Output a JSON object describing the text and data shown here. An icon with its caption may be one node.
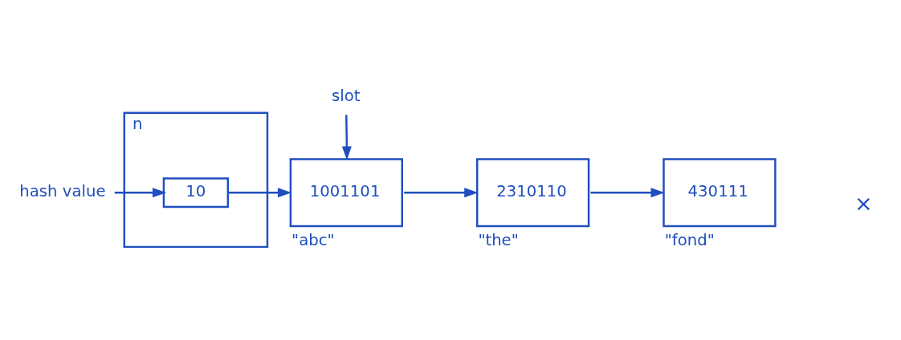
{
  "diagram": {
    "nodes": [
      {
        "text": [],
        "shape": "bar",
        "beside": [
          "n"
        ]
      },
      {
        "text": [
          "10"
        ],
        "in": 0
      },
      {
        "text": [
          "hash value"
        ]
      },
      {
        "text": [
          "slot"
        ]
      },
      {
        "text": [
          "1001101"
        ],
        "beside": [
          "\"abc\""
        ]
      },
      {
        "text": [
          "2310110"
        ],
        "beside": [
          "\"the\""
        ]
      },
      {
        "text": [
          "430111"
        ],
        "beside": [
          "\"fond\""
        ]
      }
    ],
    "edges": [
      {
        "from": 2,
        "to": 1,
        "arrow": "to"
      },
      {
        "from": 1,
        "to": 4,
        "arrow": "to"
      },
      {
        "from": 3,
        "to": 4,
        "arrow": "to"
      },
      {
        "from": 4,
        "to": 5,
        "arrow": "to"
      },
      {
        "from": 5,
        "to": 6,
        "arrow": "to"
      }
    ],
    "labels": [
      "×"
    ]
  }
}
